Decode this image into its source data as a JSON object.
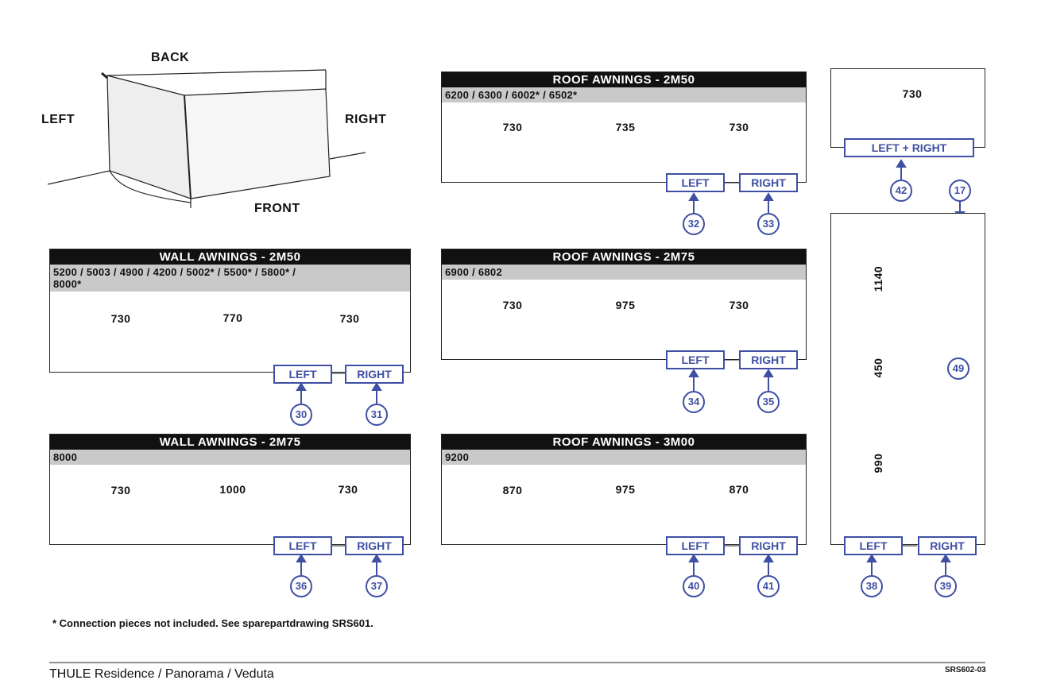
{
  "orientation": {
    "back": "BACK",
    "left": "LEFT",
    "right": "RIGHT",
    "front": "FRONT"
  },
  "panels": {
    "roof_2m50": {
      "title": "ROOF AWNINGS - 2M50",
      "models": "6200 / 6300 / 6002* / 6502*",
      "dims": [
        "730",
        "735",
        "730"
      ]
    },
    "wall_2m50": {
      "title": "WALL AWNINGS - 2M50",
      "models_line1": "5200 / 5003 / 4900 / 4200 / 5002* / 5500* / 5800* /",
      "models_line2": "8000*",
      "dims": [
        "730",
        "770",
        "730"
      ]
    },
    "roof_2m75": {
      "title": "ROOF AWNINGS - 2M75",
      "models": "6900 / 6802",
      "dims": [
        "730",
        "975",
        "730"
      ]
    },
    "wall_2m75": {
      "title": "WALL AWNINGS - 2M75",
      "models": "8000",
      "dims": [
        "730",
        "1000",
        "730"
      ]
    },
    "roof_3m00": {
      "title": "ROOF AWNINGS - 3M00",
      "models": "9200",
      "dims": [
        "870",
        "975",
        "870"
      ]
    },
    "side_top": {
      "dim": "730",
      "tag": "LEFT + RIGHT",
      "num": "42"
    },
    "side_legs": {
      "dims": [
        "1140",
        "450",
        "990"
      ]
    }
  },
  "tags": {
    "left": "LEFT",
    "right": "RIGHT"
  },
  "callouts": {
    "roof_2m50": [
      "32",
      "33"
    ],
    "wall_2m50": [
      "30",
      "31"
    ],
    "roof_2m75": [
      "34",
      "35"
    ],
    "wall_2m75": [
      "36",
      "37"
    ],
    "roof_3m00": [
      "40",
      "41"
    ],
    "legs": [
      "38",
      "39"
    ],
    "pin": "17",
    "inner": "49"
  },
  "footnote": "* Connection pieces not included. See sparepartdrawing SRS601.",
  "footer": {
    "title": "THULE Residence / Panorama / Veduta",
    "code": "SRS602-03"
  },
  "colors": {
    "accent": "#3f4fa3",
    "header_bg": "#111111",
    "subheader_bg": "#c9c9c9"
  }
}
